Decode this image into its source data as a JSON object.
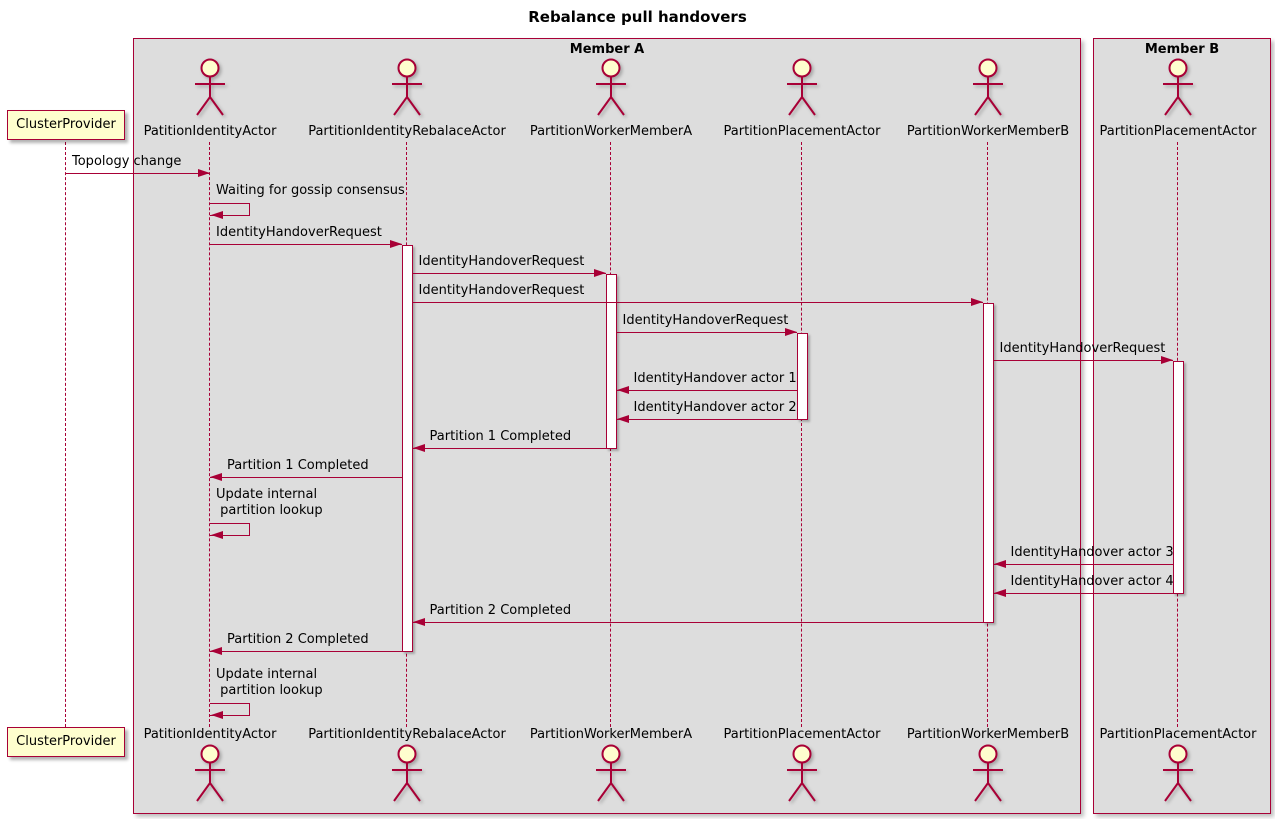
{
  "title": "Rebalance pull handovers",
  "diagram_type": "sequence",
  "colors": {
    "accent": "#A80036",
    "participant_fill": "#FEFECE",
    "box_fill": "#DDDDDD",
    "activation_fill": "#FFFFFF",
    "background": "#FFFFFF",
    "text": "#000000"
  },
  "boxes": [
    {
      "label": "Member A"
    },
    {
      "label": "Member B"
    }
  ],
  "participants": [
    {
      "id": "cluster_provider",
      "label": "ClusterProvider",
      "kind": "participant",
      "box": null
    },
    {
      "id": "patition_identity",
      "label": "PatitionIdentityActor",
      "kind": "actor",
      "box": "Member A"
    },
    {
      "id": "rebalace",
      "label": "PartitionIdentityRebalaceActor",
      "kind": "actor",
      "box": "Member A"
    },
    {
      "id": "worker_a",
      "label": "PartitionWorkerMemberA",
      "kind": "actor",
      "box": "Member A"
    },
    {
      "id": "placement_a",
      "label": "PartitionPlacementActor",
      "kind": "actor",
      "box": "Member A"
    },
    {
      "id": "worker_b",
      "label": "PartitionWorkerMemberB",
      "kind": "actor",
      "box": "Member A"
    },
    {
      "id": "placement_b",
      "label": "PartitionPlacementActor",
      "kind": "actor",
      "box": "Member B"
    }
  ],
  "messages": [
    {
      "from": "cluster_provider",
      "to": "patition_identity",
      "label": "Topology change"
    },
    {
      "self_on": "patition_identity",
      "label": "Waiting for gossip consensus"
    },
    {
      "from": "patition_identity",
      "to": "rebalace",
      "label": "IdentityHandoverRequest"
    },
    {
      "from": "rebalace",
      "to": "worker_a",
      "label": "IdentityHandoverRequest"
    },
    {
      "from": "rebalace",
      "to": "worker_b",
      "label": "IdentityHandoverRequest"
    },
    {
      "from": "worker_a",
      "to": "placement_a",
      "label": "IdentityHandoverRequest"
    },
    {
      "from": "worker_b",
      "to": "placement_b",
      "label": "IdentityHandoverRequest"
    },
    {
      "from": "placement_a",
      "to": "worker_a",
      "label": "IdentityHandover actor 1"
    },
    {
      "from": "placement_a",
      "to": "worker_a",
      "label": "IdentityHandover actor 2"
    },
    {
      "from": "worker_a",
      "to": "rebalace",
      "label": "Partition 1 Completed"
    },
    {
      "from": "rebalace",
      "to": "patition_identity",
      "label": "Partition 1 Completed"
    },
    {
      "self_on": "patition_identity",
      "label": "Update internal\n partition lookup"
    },
    {
      "from": "placement_b",
      "to": "worker_b",
      "label": "IdentityHandover actor 3"
    },
    {
      "from": "placement_b",
      "to": "worker_b",
      "label": "IdentityHandover actor 4"
    },
    {
      "from": "worker_b",
      "to": "rebalace",
      "label": "Partition 2 Completed"
    },
    {
      "from": "rebalace",
      "to": "patition_identity",
      "label": "Partition 2 Completed"
    },
    {
      "self_on": "patition_identity",
      "label": "Update internal\n partition lookup"
    }
  ],
  "activations": [
    {
      "participant": "rebalace"
    },
    {
      "participant": "worker_a"
    },
    {
      "participant": "worker_b"
    },
    {
      "participant": "placement_a"
    },
    {
      "participant": "placement_b"
    }
  ]
}
